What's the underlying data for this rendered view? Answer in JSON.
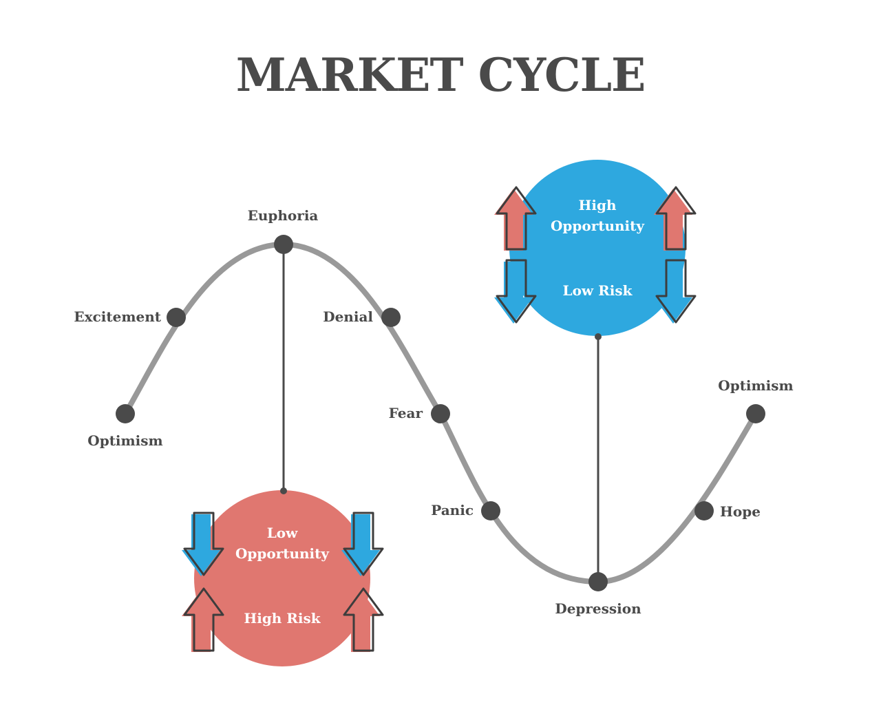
{
  "title": "MARKET CYCLE",
  "stages": {
    "optimism_start": "Optimism",
    "excitement": "Excitement",
    "euphoria": "Euphoria",
    "denial": "Denial",
    "fear": "Fear",
    "panic": "Panic",
    "depression": "Depression",
    "hope": "Hope",
    "optimism_end": "Optimism"
  },
  "peak_zone": {
    "line1": "Low",
    "line2": "Opportunity",
    "line3": "High Risk"
  },
  "trough_zone": {
    "line1": "High",
    "line2": "Opportunity",
    "line3": "Low Risk"
  },
  "colors": {
    "text": "#4a4a4a",
    "curve": "#999999",
    "dot": "#4a4a4a",
    "risk_circle": "#e07770",
    "opportunity_circle": "#2ea8df",
    "outline": "#3d3d3d"
  }
}
